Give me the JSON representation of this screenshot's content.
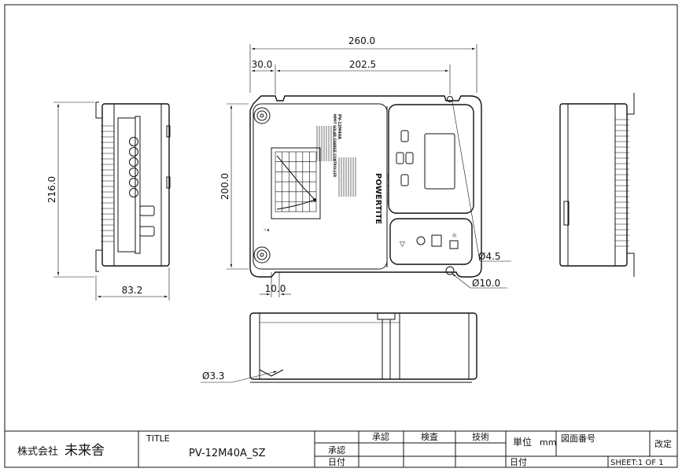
{
  "dimensions": {
    "width_total": "260.0",
    "offset_left": "30.0",
    "hole_spacing": "202.5",
    "height_total": "216.0",
    "height_inner": "200.0",
    "depth": "83.2",
    "slot_width": "10.0",
    "hole_small": "Ø4.5",
    "hole_large": "Ø10.0",
    "hole_side": "Ø3.3"
  },
  "panel": {
    "model": "PV-12M40A",
    "subtitle": "MPPT SOLAR CHARGE CONTROLLER",
    "brand": "POWERTITE",
    "brand_sub": "Solar Charge Controller"
  },
  "title_block": {
    "company_label": "株式会社",
    "company_name": "未来舎",
    "title_label": "TITLE",
    "title_value": "PV-12M40A_SZ",
    "col_approve": "承認",
    "col_inspect": "検査",
    "col_tech": "技術",
    "row_approve": "承認",
    "row_date": "日付",
    "unit_label": "単位",
    "unit_value": "mm",
    "drawing_no_label": "図面番号",
    "revision_label": "改定",
    "date_label": "日付",
    "sheet": "SHEET:1 OF 1"
  }
}
